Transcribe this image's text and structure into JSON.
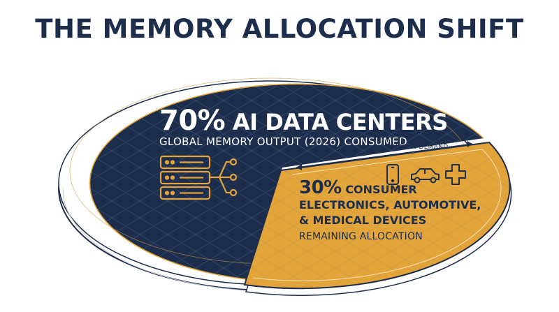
{
  "title": "THE MEMORY ALLOCATION SHIFT",
  "annotation": "SHIFT IN DEMAND",
  "colors": {
    "ai_slice": "#1d2d4c",
    "consumer_slice": "#e3a53a",
    "title": "#1d2d4c",
    "rim_ai": "#ffffff",
    "rim_consumer": "#f2dcae"
  },
  "icons": {
    "ai": "server-network-icon",
    "consumer": [
      "smartphone-icon",
      "car-icon",
      "medical-cross-icon"
    ]
  },
  "chart_data": {
    "type": "pie",
    "slices": [
      {
        "percent_label": "70%",
        "value": 70,
        "label": "AI DATA CENTERS",
        "sublabel": "GLOBAL MEMORY OUTPUT (2026) CONSUMED",
        "color": "#1d2d4c"
      },
      {
        "percent_label": "30%",
        "value": 30,
        "label_lines": [
          "CONSUMER",
          "ELECTRONICS, AUTOMOTIVE,",
          "& MEDICAL DEVICES"
        ],
        "sublabel": "REMAINING ALLOCATION",
        "color": "#e3a53a"
      }
    ]
  }
}
